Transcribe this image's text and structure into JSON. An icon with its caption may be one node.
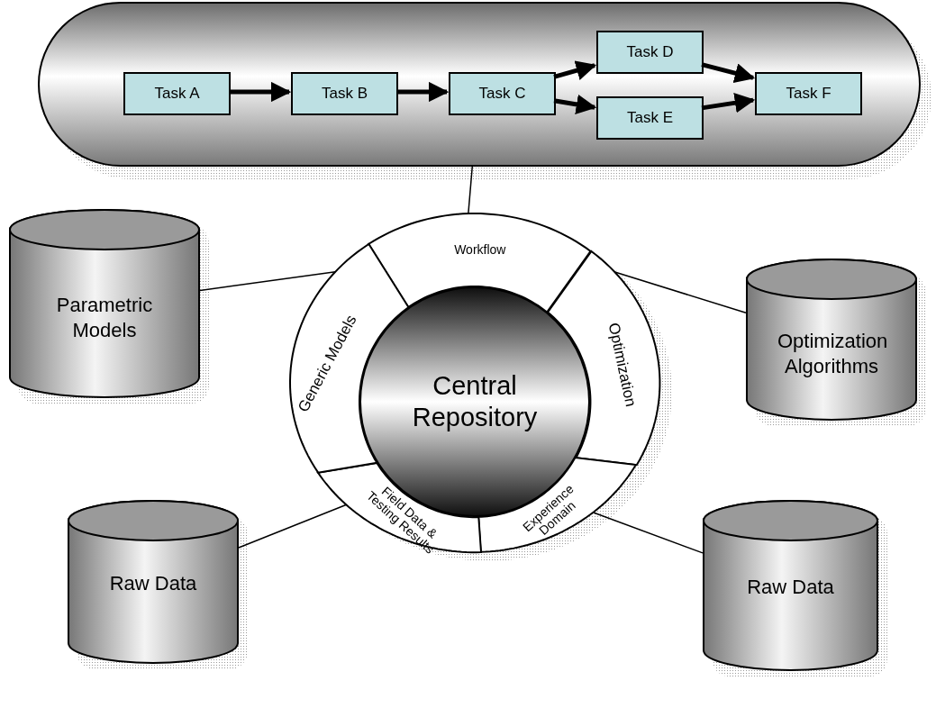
{
  "diagram": {
    "nodes": [
      {
        "text": [],
        "shape": "band"
      },
      {
        "text": [
          "Task A"
        ],
        "in": 0
      },
      {
        "text": [
          "Task B"
        ],
        "in": 0
      },
      {
        "text": [
          "Task C"
        ],
        "in": 0
      },
      {
        "text": [
          "Task D"
        ],
        "in": 0
      },
      {
        "text": [
          "Task E"
        ],
        "in": 0
      },
      {
        "text": [
          "Task F"
        ],
        "in": 0
      },
      {
        "text": [
          "Central Repository"
        ]
      },
      {
        "text": [
          "Workflow"
        ]
      },
      {
        "text": [
          "Optimization"
        ]
      },
      {
        "text": [
          "Experience Domain"
        ]
      },
      {
        "text": [
          "Field Data & Testing Results"
        ]
      },
      {
        "text": [
          "Generic Models"
        ]
      },
      {
        "text": [
          "Parametric Models"
        ]
      },
      {
        "text": [
          "Optimization Algorithms"
        ]
      },
      {
        "text": [
          "Raw Data"
        ]
      },
      {
        "text": [
          "Raw Data"
        ]
      }
    ],
    "edges": [
      {
        "from": 1,
        "to": 2,
        "arrow": "to"
      },
      {
        "from": 2,
        "to": 3,
        "arrow": "to"
      },
      {
        "from": 3,
        "to": 4,
        "arrow": "to"
      },
      {
        "from": 3,
        "to": 5,
        "arrow": "to"
      },
      {
        "from": 4,
        "to": 6,
        "arrow": "to"
      },
      {
        "from": 5,
        "to": 6,
        "arrow": "to"
      },
      {
        "from": 0,
        "to": 8,
        "arrow": "none"
      },
      {
        "from": 13,
        "to": 12,
        "arrow": "none"
      },
      {
        "from": 14,
        "to": 9,
        "arrow": "none"
      },
      {
        "from": 15,
        "to": 11,
        "arrow": "none"
      },
      {
        "from": 16,
        "to": 10,
        "arrow": "none"
      }
    ]
  }
}
